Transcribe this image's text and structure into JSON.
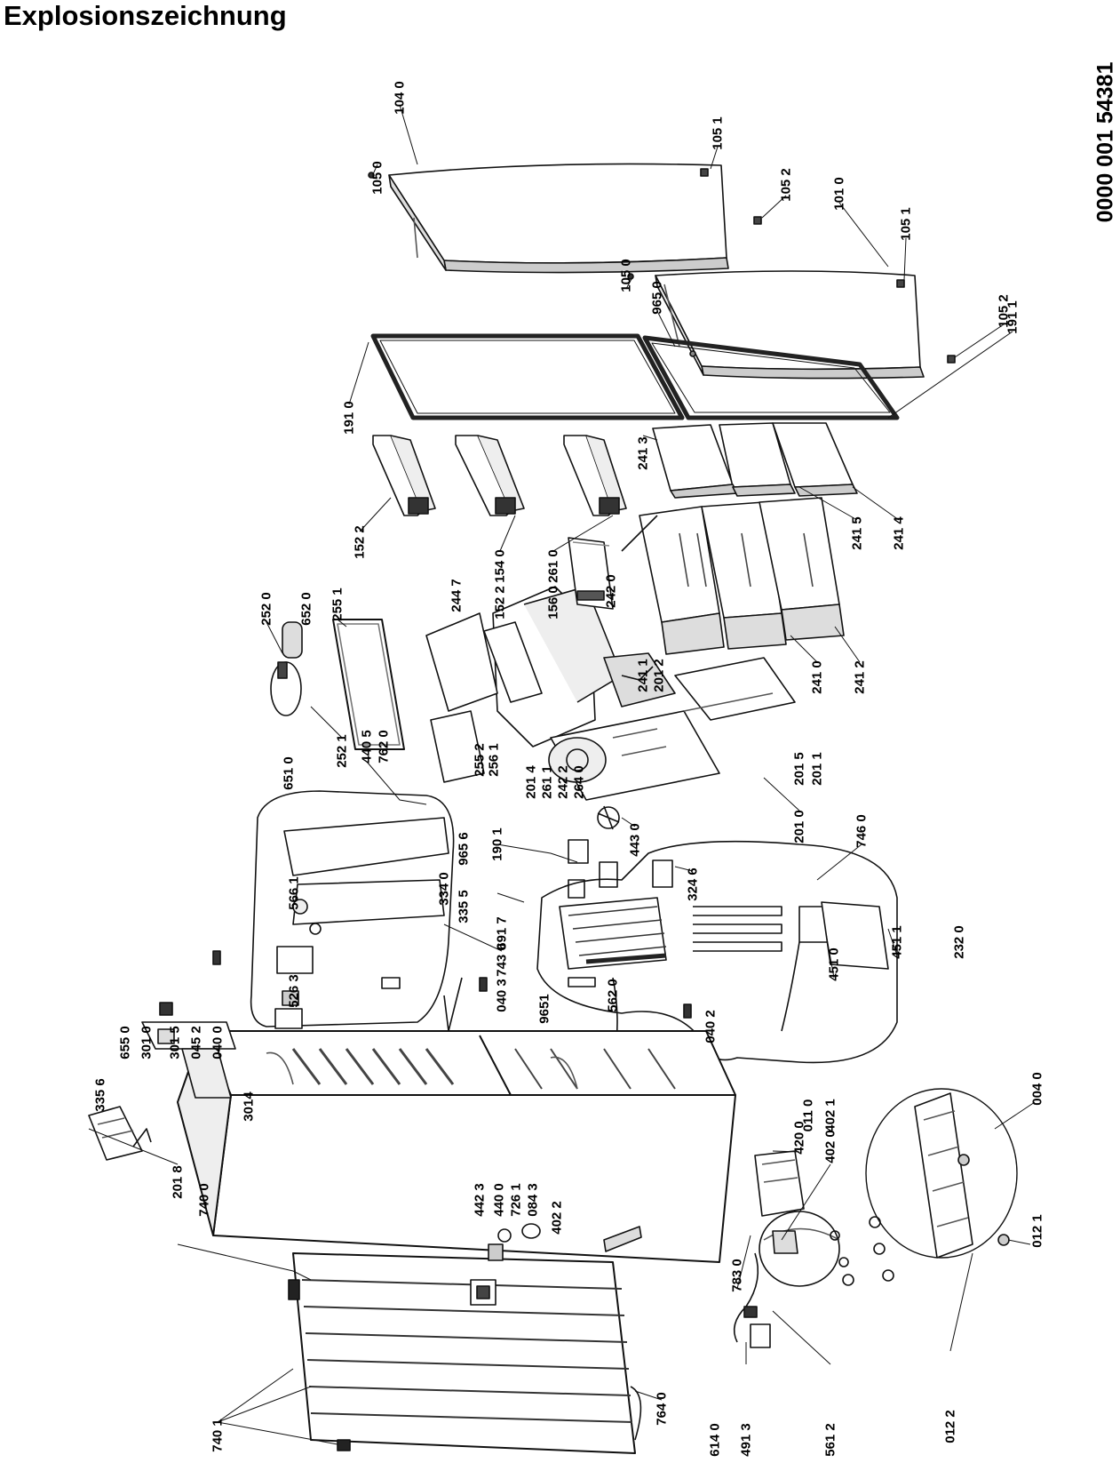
{
  "title": "Explosionszeichnung",
  "document_number": "0000 001 54381",
  "parts": [
    {
      "id": "104 0"
    },
    {
      "id": "105 1"
    },
    {
      "id": "105 0"
    },
    {
      "id": "105 2"
    },
    {
      "id": "101 0"
    },
    {
      "id": "105 1"
    },
    {
      "id": "105 0"
    },
    {
      "id": "965 0"
    },
    {
      "id": "105 2"
    },
    {
      "id": "191 1"
    },
    {
      "id": "191 0"
    },
    {
      "id": "241 3"
    },
    {
      "id": "241 5"
    },
    {
      "id": "241 4"
    },
    {
      "id": "152 2"
    },
    {
      "id": "154 0"
    },
    {
      "id": "261 0"
    },
    {
      "id": "152 2"
    },
    {
      "id": "156 0"
    },
    {
      "id": "252 0"
    },
    {
      "id": "652 0"
    },
    {
      "id": "255 1"
    },
    {
      "id": "244 7"
    },
    {
      "id": "242 0"
    },
    {
      "id": "241 1"
    },
    {
      "id": "201 2"
    },
    {
      "id": "241 0"
    },
    {
      "id": "241 2"
    },
    {
      "id": "651 0"
    },
    {
      "id": "252 1"
    },
    {
      "id": "440 5"
    },
    {
      "id": "762 0"
    },
    {
      "id": "255 2"
    },
    {
      "id": "256 1"
    },
    {
      "id": "201 4"
    },
    {
      "id": "261 1"
    },
    {
      "id": "242 2"
    },
    {
      "id": "264 0"
    },
    {
      "id": "201 5"
    },
    {
      "id": "201 1"
    },
    {
      "id": "201 0"
    },
    {
      "id": "443 0"
    },
    {
      "id": "746 0"
    },
    {
      "id": "965 6"
    },
    {
      "id": "334 0"
    },
    {
      "id": "566 1"
    },
    {
      "id": "335 5"
    },
    {
      "id": "743 0"
    },
    {
      "id": "190 1"
    },
    {
      "id": "324 6"
    },
    {
      "id": "451 0"
    },
    {
      "id": "451 1"
    },
    {
      "id": "232 0"
    },
    {
      "id": "655 0"
    },
    {
      "id": "301 0"
    },
    {
      "id": "301 5"
    },
    {
      "id": "045 2"
    },
    {
      "id": "040 0"
    },
    {
      "id": "526 3"
    },
    {
      "id": "691 7"
    },
    {
      "id": "040 3"
    },
    {
      "id": "9651"
    },
    {
      "id": "562 0"
    },
    {
      "id": "040 2"
    },
    {
      "id": "335 6"
    },
    {
      "id": "201 8"
    },
    {
      "id": "3014"
    },
    {
      "id": "740 0"
    },
    {
      "id": "442 3"
    },
    {
      "id": "440 0"
    },
    {
      "id": "726 1"
    },
    {
      "id": "084 3"
    },
    {
      "id": "402 2"
    },
    {
      "id": "011 0"
    },
    {
      "id": "402 1"
    },
    {
      "id": "420 0"
    },
    {
      "id": "402 0"
    },
    {
      "id": "004 0"
    },
    {
      "id": "012 1"
    },
    {
      "id": "740 1"
    },
    {
      "id": "764 0"
    },
    {
      "id": "783 0"
    },
    {
      "id": "614 0"
    },
    {
      "id": "491 3"
    },
    {
      "id": "561 2"
    },
    {
      "id": "012 2"
    }
  ]
}
